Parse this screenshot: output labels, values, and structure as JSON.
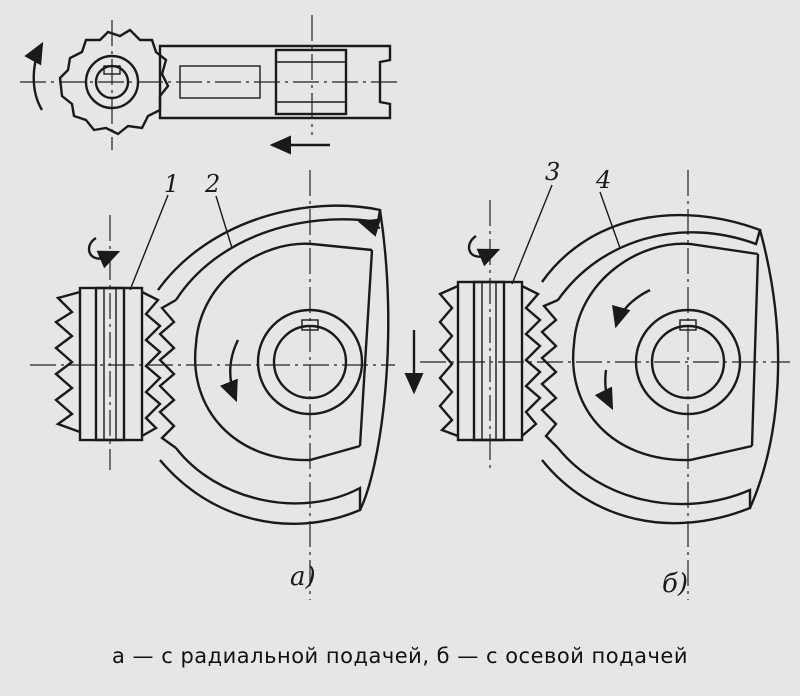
{
  "labels": {
    "part1": "1",
    "part2": "2",
    "part3": "3",
    "part4": "4",
    "fig_a": "а)",
    "fig_b": "б)"
  },
  "caption": "а — с радиальной подачей, б — с осевой подачей",
  "colors": {
    "ink": "#1a1a1a",
    "paper": "#e6e6e4",
    "hatch": "#3a3a3a"
  }
}
